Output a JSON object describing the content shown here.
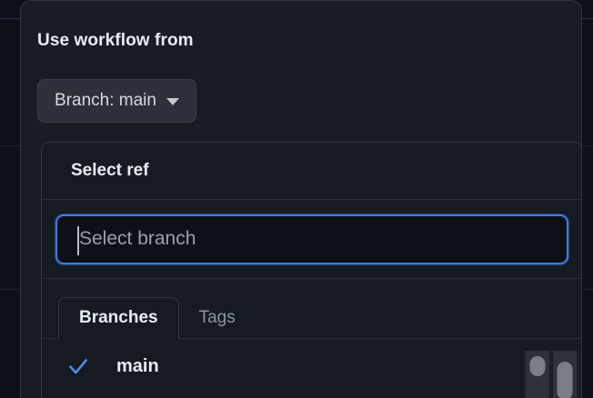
{
  "dialog": {
    "title": "Use workflow from",
    "branch_button": {
      "label": "Branch: main",
      "caret_icon": "chevron-down-icon"
    }
  },
  "ref_panel": {
    "header": "Select ref",
    "search": {
      "placeholder": "Select branch",
      "value": "",
      "focused": true
    },
    "tabs": [
      {
        "label": "Branches",
        "active": true
      },
      {
        "label": "Tags",
        "active": false
      }
    ],
    "items": [
      {
        "label": "main",
        "selected": true,
        "check_icon": "check-icon"
      }
    ]
  },
  "colors": {
    "page_background": "#0d1117",
    "dialog_background": "#181c24",
    "panel_background": "#161b22",
    "border": "#30363d",
    "button_fill": "#2b303a",
    "focus_ring": "#3b7ef0",
    "accent_check": "#4a8df0",
    "text_primary": "#e6edf3",
    "text_muted": "#8b949e",
    "placeholder": "#98a1ab",
    "scrollbar_thumb": "#7a7f86"
  }
}
